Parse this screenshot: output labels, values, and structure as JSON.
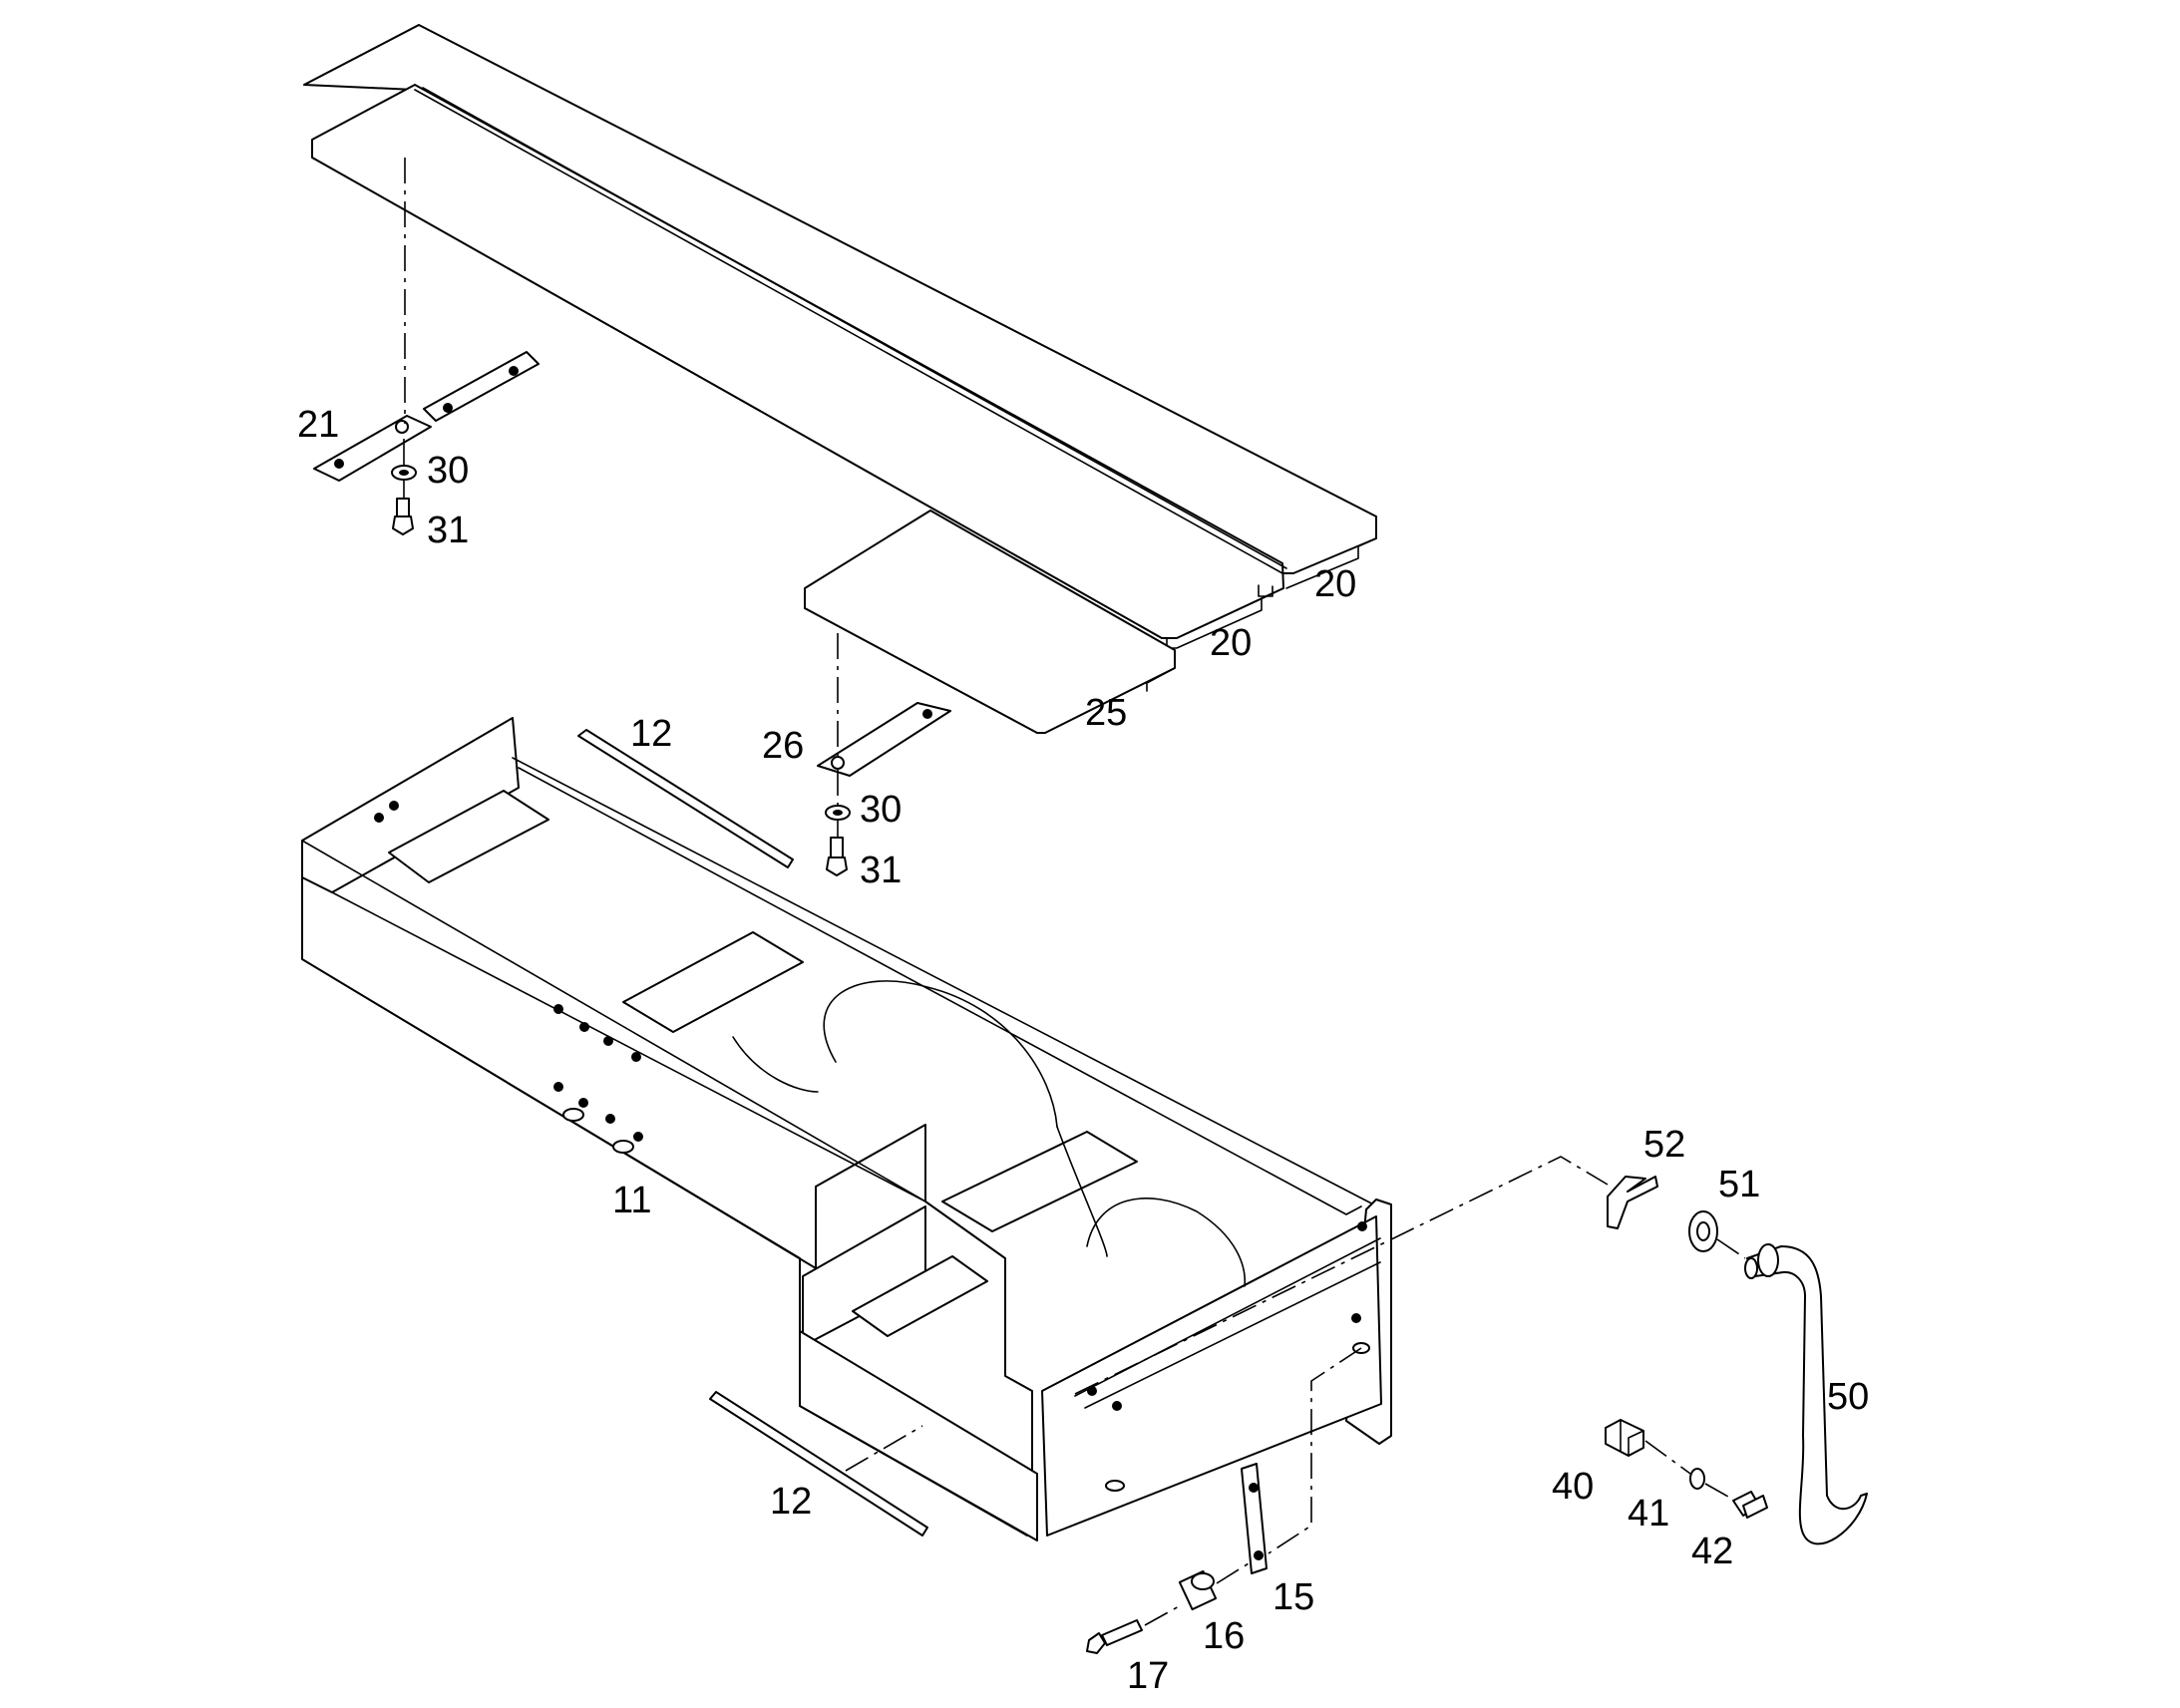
{
  "callouts": {
    "c21": "21",
    "c30a": "30",
    "c31a": "31",
    "c20a": "20",
    "c20b": "20",
    "c25": "25",
    "c26": "26",
    "c30b": "30",
    "c31b": "31",
    "c12a": "12",
    "c12b": "12",
    "c11": "11",
    "c52": "52",
    "c51": "51",
    "c50": "50",
    "c40": "40",
    "c41": "41",
    "c42": "42",
    "c15": "15",
    "c16": "16",
    "c17": "17"
  }
}
